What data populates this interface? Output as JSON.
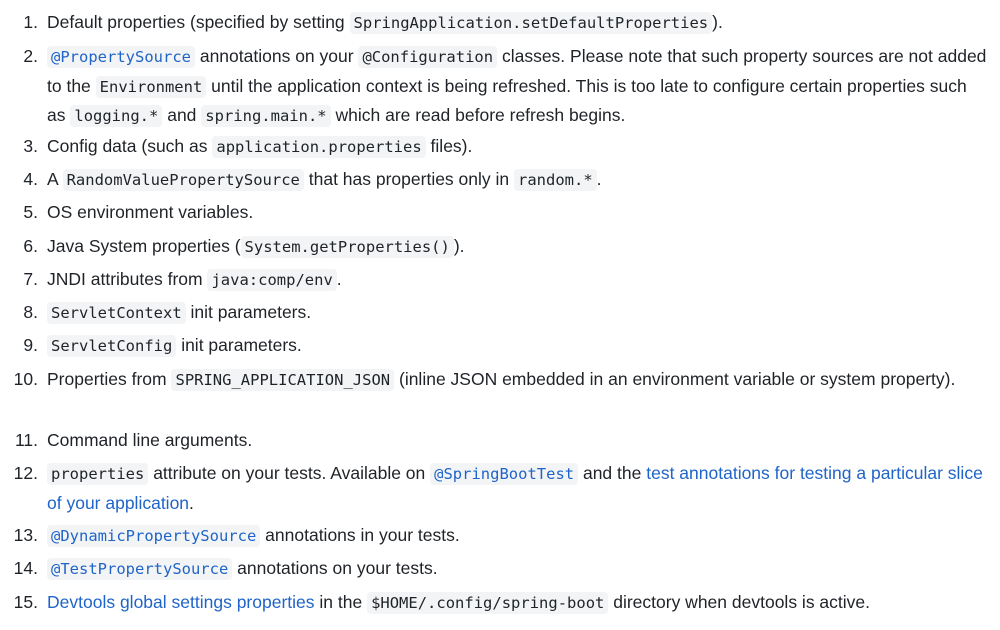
{
  "items": [
    {
      "number": "1.",
      "segments": [
        {
          "t": "text",
          "v": "Default properties (specified by setting "
        },
        {
          "t": "code",
          "v": "SpringApplication.setDefaultProperties"
        },
        {
          "t": "text",
          "v": ")."
        }
      ]
    },
    {
      "number": "2.",
      "segments": [
        {
          "t": "linkcode",
          "v": "@PropertySource"
        },
        {
          "t": "text",
          "v": " annotations on your "
        },
        {
          "t": "code",
          "v": "@Configuration"
        },
        {
          "t": "text",
          "v": " classes. Please note that such property sources are not added to the "
        },
        {
          "t": "code",
          "v": "Environment"
        },
        {
          "t": "text",
          "v": " until the application context is being refreshed. This is too late to configure certain properties such as "
        },
        {
          "t": "code",
          "v": "logging.*"
        },
        {
          "t": "text",
          "v": " and "
        },
        {
          "t": "code",
          "v": "spring.main.*"
        },
        {
          "t": "text",
          "v": " which are read before refresh begins."
        }
      ]
    },
    {
      "number": "3.",
      "segments": [
        {
          "t": "text",
          "v": "Config data (such as "
        },
        {
          "t": "code",
          "v": "application.properties"
        },
        {
          "t": "text",
          "v": " files)."
        }
      ]
    },
    {
      "number": "4.",
      "segments": [
        {
          "t": "text",
          "v": "A "
        },
        {
          "t": "code",
          "v": "RandomValuePropertySource"
        },
        {
          "t": "text",
          "v": " that has properties only in "
        },
        {
          "t": "code",
          "v": "random.*"
        },
        {
          "t": "text",
          "v": "."
        }
      ]
    },
    {
      "number": "5.",
      "segments": [
        {
          "t": "text",
          "v": "OS environment variables."
        }
      ]
    },
    {
      "number": "6.",
      "segments": [
        {
          "t": "text",
          "v": "Java System properties ("
        },
        {
          "t": "code",
          "v": "System.getProperties()"
        },
        {
          "t": "text",
          "v": ")."
        }
      ]
    },
    {
      "number": "7.",
      "segments": [
        {
          "t": "text",
          "v": "JNDI attributes from "
        },
        {
          "t": "code",
          "v": "java:comp/env"
        },
        {
          "t": "text",
          "v": "."
        }
      ]
    },
    {
      "number": "8.",
      "segments": [
        {
          "t": "code",
          "v": "ServletContext"
        },
        {
          "t": "text",
          "v": " init parameters."
        }
      ]
    },
    {
      "number": "9.",
      "segments": [
        {
          "t": "code",
          "v": "ServletConfig"
        },
        {
          "t": "text",
          "v": " init parameters."
        }
      ]
    },
    {
      "number": "10.",
      "segments": [
        {
          "t": "text",
          "v": "Properties from "
        },
        {
          "t": "code",
          "v": "SPRING_APPLICATION_JSON"
        },
        {
          "t": "text",
          "v": " (inline JSON embedded in an environment variable or system property)."
        }
      ]
    },
    {
      "number": "11.",
      "segments": [
        {
          "t": "text",
          "v": "Command line arguments."
        }
      ]
    },
    {
      "number": "12.",
      "segments": [
        {
          "t": "code",
          "v": "properties"
        },
        {
          "t": "text",
          "v": " attribute on your tests. Available on "
        },
        {
          "t": "linkcode",
          "v": "@SpringBootTest"
        },
        {
          "t": "text",
          "v": " and the "
        },
        {
          "t": "link",
          "v": "test annotations for testing a particular slice of your application"
        },
        {
          "t": "text",
          "v": "."
        }
      ]
    },
    {
      "number": "13.",
      "segments": [
        {
          "t": "linkcode",
          "v": "@DynamicPropertySource"
        },
        {
          "t": "text",
          "v": " annotations in your tests."
        }
      ]
    },
    {
      "number": "14.",
      "segments": [
        {
          "t": "linkcode",
          "v": "@TestPropertySource"
        },
        {
          "t": "text",
          "v": " annotations on your tests."
        }
      ]
    },
    {
      "number": "15.",
      "segments": [
        {
          "t": "link",
          "v": "Devtools global settings properties"
        },
        {
          "t": "text",
          "v": " in the "
        },
        {
          "t": "code",
          "v": "$HOME/.config/spring-boot"
        },
        {
          "t": "text",
          "v": " directory when devtools is active."
        }
      ]
    }
  ]
}
